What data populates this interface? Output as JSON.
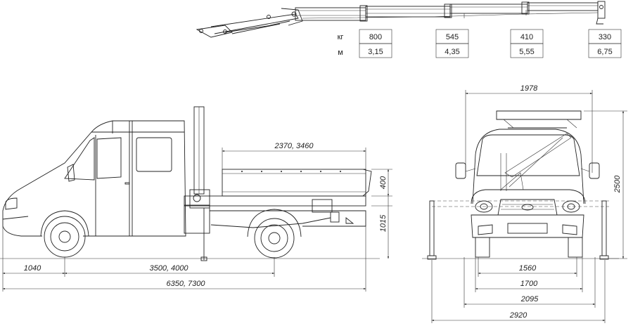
{
  "load_table": {
    "row_labels": {
      "load": "кг",
      "reach": "м"
    },
    "columns": [
      {
        "load": "800",
        "reach": "3,15"
      },
      {
        "load": "545",
        "reach": "4,35"
      },
      {
        "load": "410",
        "reach": "5,55"
      },
      {
        "load": "330",
        "reach": "6,75"
      }
    ]
  },
  "side_view": {
    "body_length": "2370, 3460",
    "body_height": "400",
    "platform_height": "1015",
    "front_overhang": "1040",
    "wheelbase": "3500, 4000",
    "overall_length": "6350, 7300"
  },
  "front_view": {
    "overall_width": "1978",
    "overall_height": "2500",
    "front_track": "1560",
    "rear_track": "1700",
    "mirror_width": "2095",
    "outrigger_span": "2920"
  }
}
